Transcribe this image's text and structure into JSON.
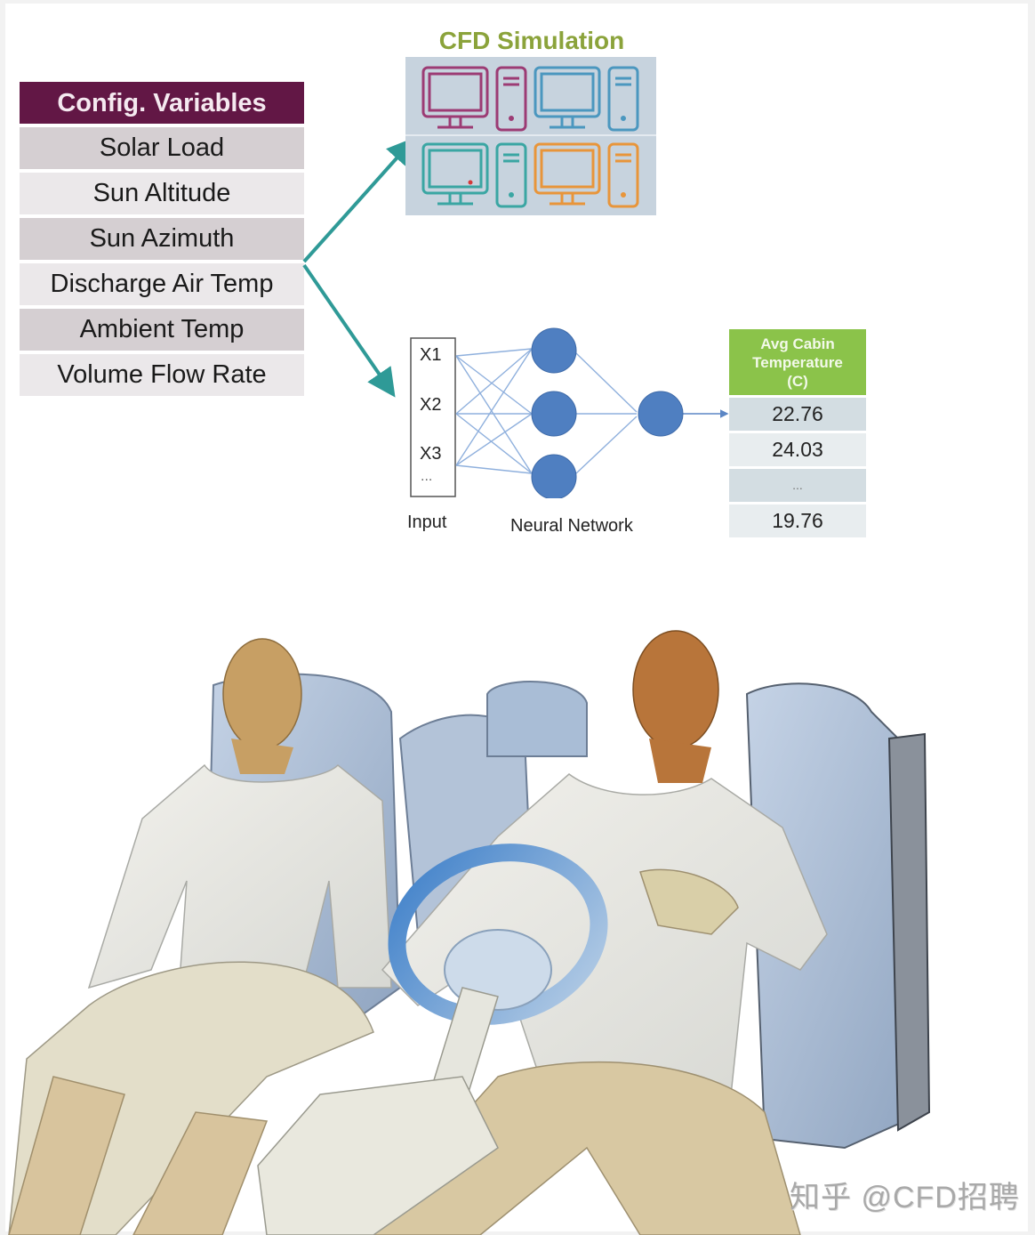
{
  "config_table": {
    "header": "Config. Variables",
    "rows": [
      "Solar Load",
      "Sun Altitude",
      "Sun Azimuth",
      "Discharge Air Temp",
      "Ambient Temp",
      "Volume Flow Rate"
    ],
    "header_color": "#621745"
  },
  "cfd": {
    "title": "CFD Simulation",
    "title_color": "#8ba33b",
    "computers": [
      {
        "color": "#9c3b74",
        "icon": "desktop-computer-icon"
      },
      {
        "color": "#4b97bf",
        "icon": "desktop-computer-icon"
      },
      {
        "color": "#3aa6a3",
        "icon": "desktop-computer-icon"
      },
      {
        "color": "#e8953a",
        "icon": "desktop-computer-icon"
      }
    ]
  },
  "neural_network": {
    "inputs": [
      "X1",
      "X2",
      "X3",
      "..."
    ],
    "input_label": "Input",
    "network_label": "Neural Network",
    "node_color": "#4f7fc1"
  },
  "output_table": {
    "header_lines": [
      "Avg Cabin",
      "Temperature",
      "(C)"
    ],
    "rows": [
      "22.76",
      "24.03",
      "...",
      "19.76"
    ],
    "header_color": "#8bc34a"
  },
  "arrows": {
    "color": "#2f9a97"
  },
  "render": {
    "description": "3D CFD mesh render of two occupants seated in vehicle cabin with steering wheel",
    "icon": "cabin-occupants-render"
  },
  "watermark": "知乎 @CFD招聘"
}
